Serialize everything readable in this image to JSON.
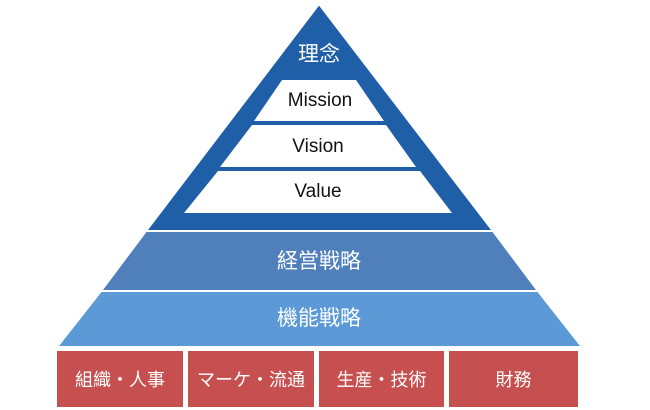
{
  "pyramid": {
    "top": {
      "title": "理念",
      "levels": [
        "Mission",
        "Vision",
        "Value"
      ]
    },
    "middle": "経営戦略",
    "lower": "機能戦略",
    "foundation": [
      "組織・人事",
      "マーケ・流通",
      "生産・技術",
      "財務"
    ]
  },
  "colors": {
    "apex_blue": "#1f5fa8",
    "strategy_blue": "#4f80bb",
    "function_blue": "#5b9ad6",
    "foundation_red": "#c5504f",
    "band_white": "#ffffff"
  }
}
